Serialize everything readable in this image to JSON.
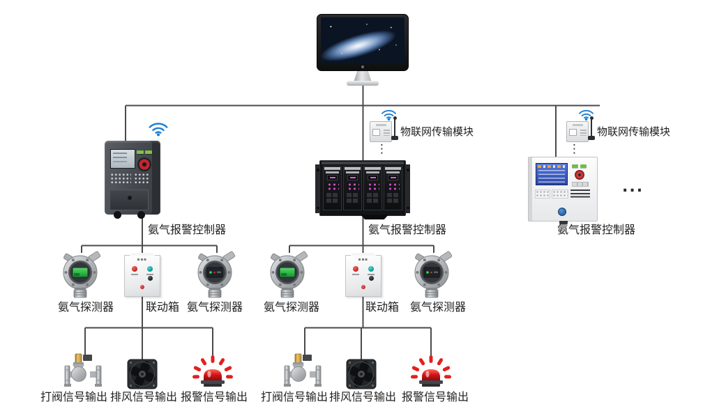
{
  "colors": {
    "connector_line": "#4a4a4a",
    "wifi_icon_blue": "#1b7fd4",
    "alarm_red": "#e2201f",
    "controller_screen_blue": "#3b5ec4",
    "detector_screen_green": "#2eb648",
    "label_text": "#1f1f1f"
  },
  "branches": {
    "left": {
      "controller_label": "氨气报警控制器",
      "detector_left_label": "氨气探测器",
      "linkage_box_label": "联动箱",
      "detector_right_label": "氨气探测器",
      "valve_output_label": "打阀信号输出",
      "fan_output_label": "排风信号输出",
      "alarm_output_label": "报警信号输出"
    },
    "middle": {
      "iot_module_label": "物联网传输模块",
      "continuation_dots": "⋮",
      "controller_label": "氨气报警控制器",
      "detector_left_label": "氨气探测器",
      "linkage_box_label": "联动箱",
      "detector_right_label": "氨气探测器",
      "valve_output_label": "打阀信号输出",
      "fan_output_label": "排风信号输出",
      "alarm_output_label": "报警信号输出"
    },
    "right": {
      "iot_module_label": "物联网传输模块",
      "continuation_dots": "⋮",
      "controller_label": "氨气报警控制器",
      "more_devices_ellipsis": "..."
    }
  }
}
